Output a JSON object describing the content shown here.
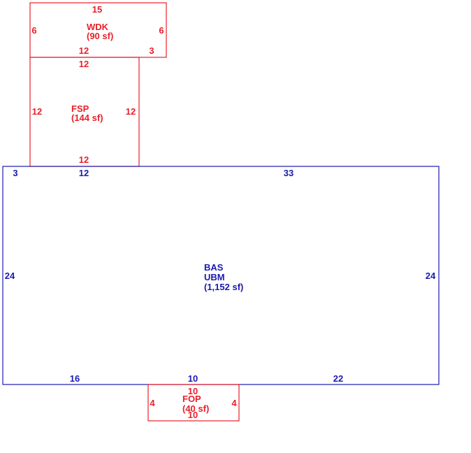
{
  "colors": {
    "red": "#e8202a",
    "blue": "#1a1aaf"
  },
  "areas": {
    "wdk": {
      "code": "WDK",
      "area": "(90 sf)",
      "dims": {
        "top": "15",
        "left": "6",
        "right": "6",
        "bottom_a": "12",
        "bottom_b": "3"
      }
    },
    "fsp": {
      "code": "FSP",
      "area": "(144 sf)",
      "dims": {
        "top": "12",
        "left": "12",
        "right": "12",
        "bottom": "12"
      }
    },
    "bas": {
      "code": "BAS",
      "code2": "UBM",
      "area": "(1,152 sf)",
      "dims": {
        "top_a": "3",
        "top_b": "12",
        "top_c": "33",
        "left": "24",
        "right": "24",
        "bottom_a": "16",
        "bottom_b": "10",
        "bottom_c": "22"
      }
    },
    "fop": {
      "code": "FOP",
      "area": "(40 sf)",
      "dims": {
        "top": "10",
        "left": "4",
        "right": "4",
        "bottom": "10"
      }
    }
  }
}
